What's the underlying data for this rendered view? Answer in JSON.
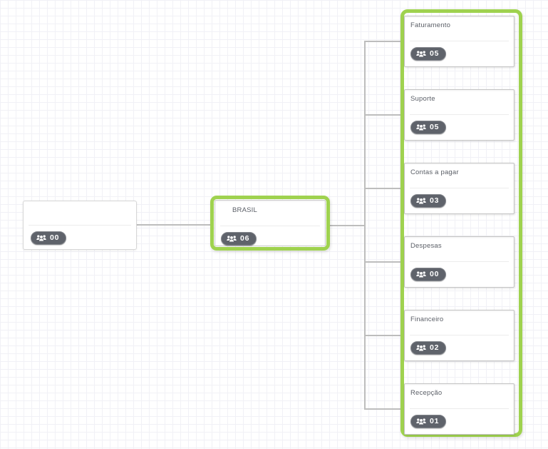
{
  "app": {
    "view": "organization-chart-canvas"
  },
  "colors": {
    "highlight_green": "#9fd24f",
    "badge_background": "#5f636b",
    "badge_text": "#ffffff",
    "node_title_text": "#5a5e66",
    "connector_line": "#bdbdbd",
    "grid_line": "#f1f1f6"
  },
  "icons": {
    "members": "users-group-icon"
  },
  "nodes": {
    "root": {
      "title": "",
      "count": "00"
    },
    "brasil": {
      "title": "BRASIL",
      "count": "06"
    },
    "departments": [
      {
        "title": "Faturamento",
        "count": "05"
      },
      {
        "title": "Suporte",
        "count": "05"
      },
      {
        "title": "Contas a pagar",
        "count": "03"
      },
      {
        "title": "Despesas",
        "count": "00"
      },
      {
        "title": "Financeiro",
        "count": "02"
      },
      {
        "title": "Recepção",
        "count": "01"
      }
    ]
  }
}
